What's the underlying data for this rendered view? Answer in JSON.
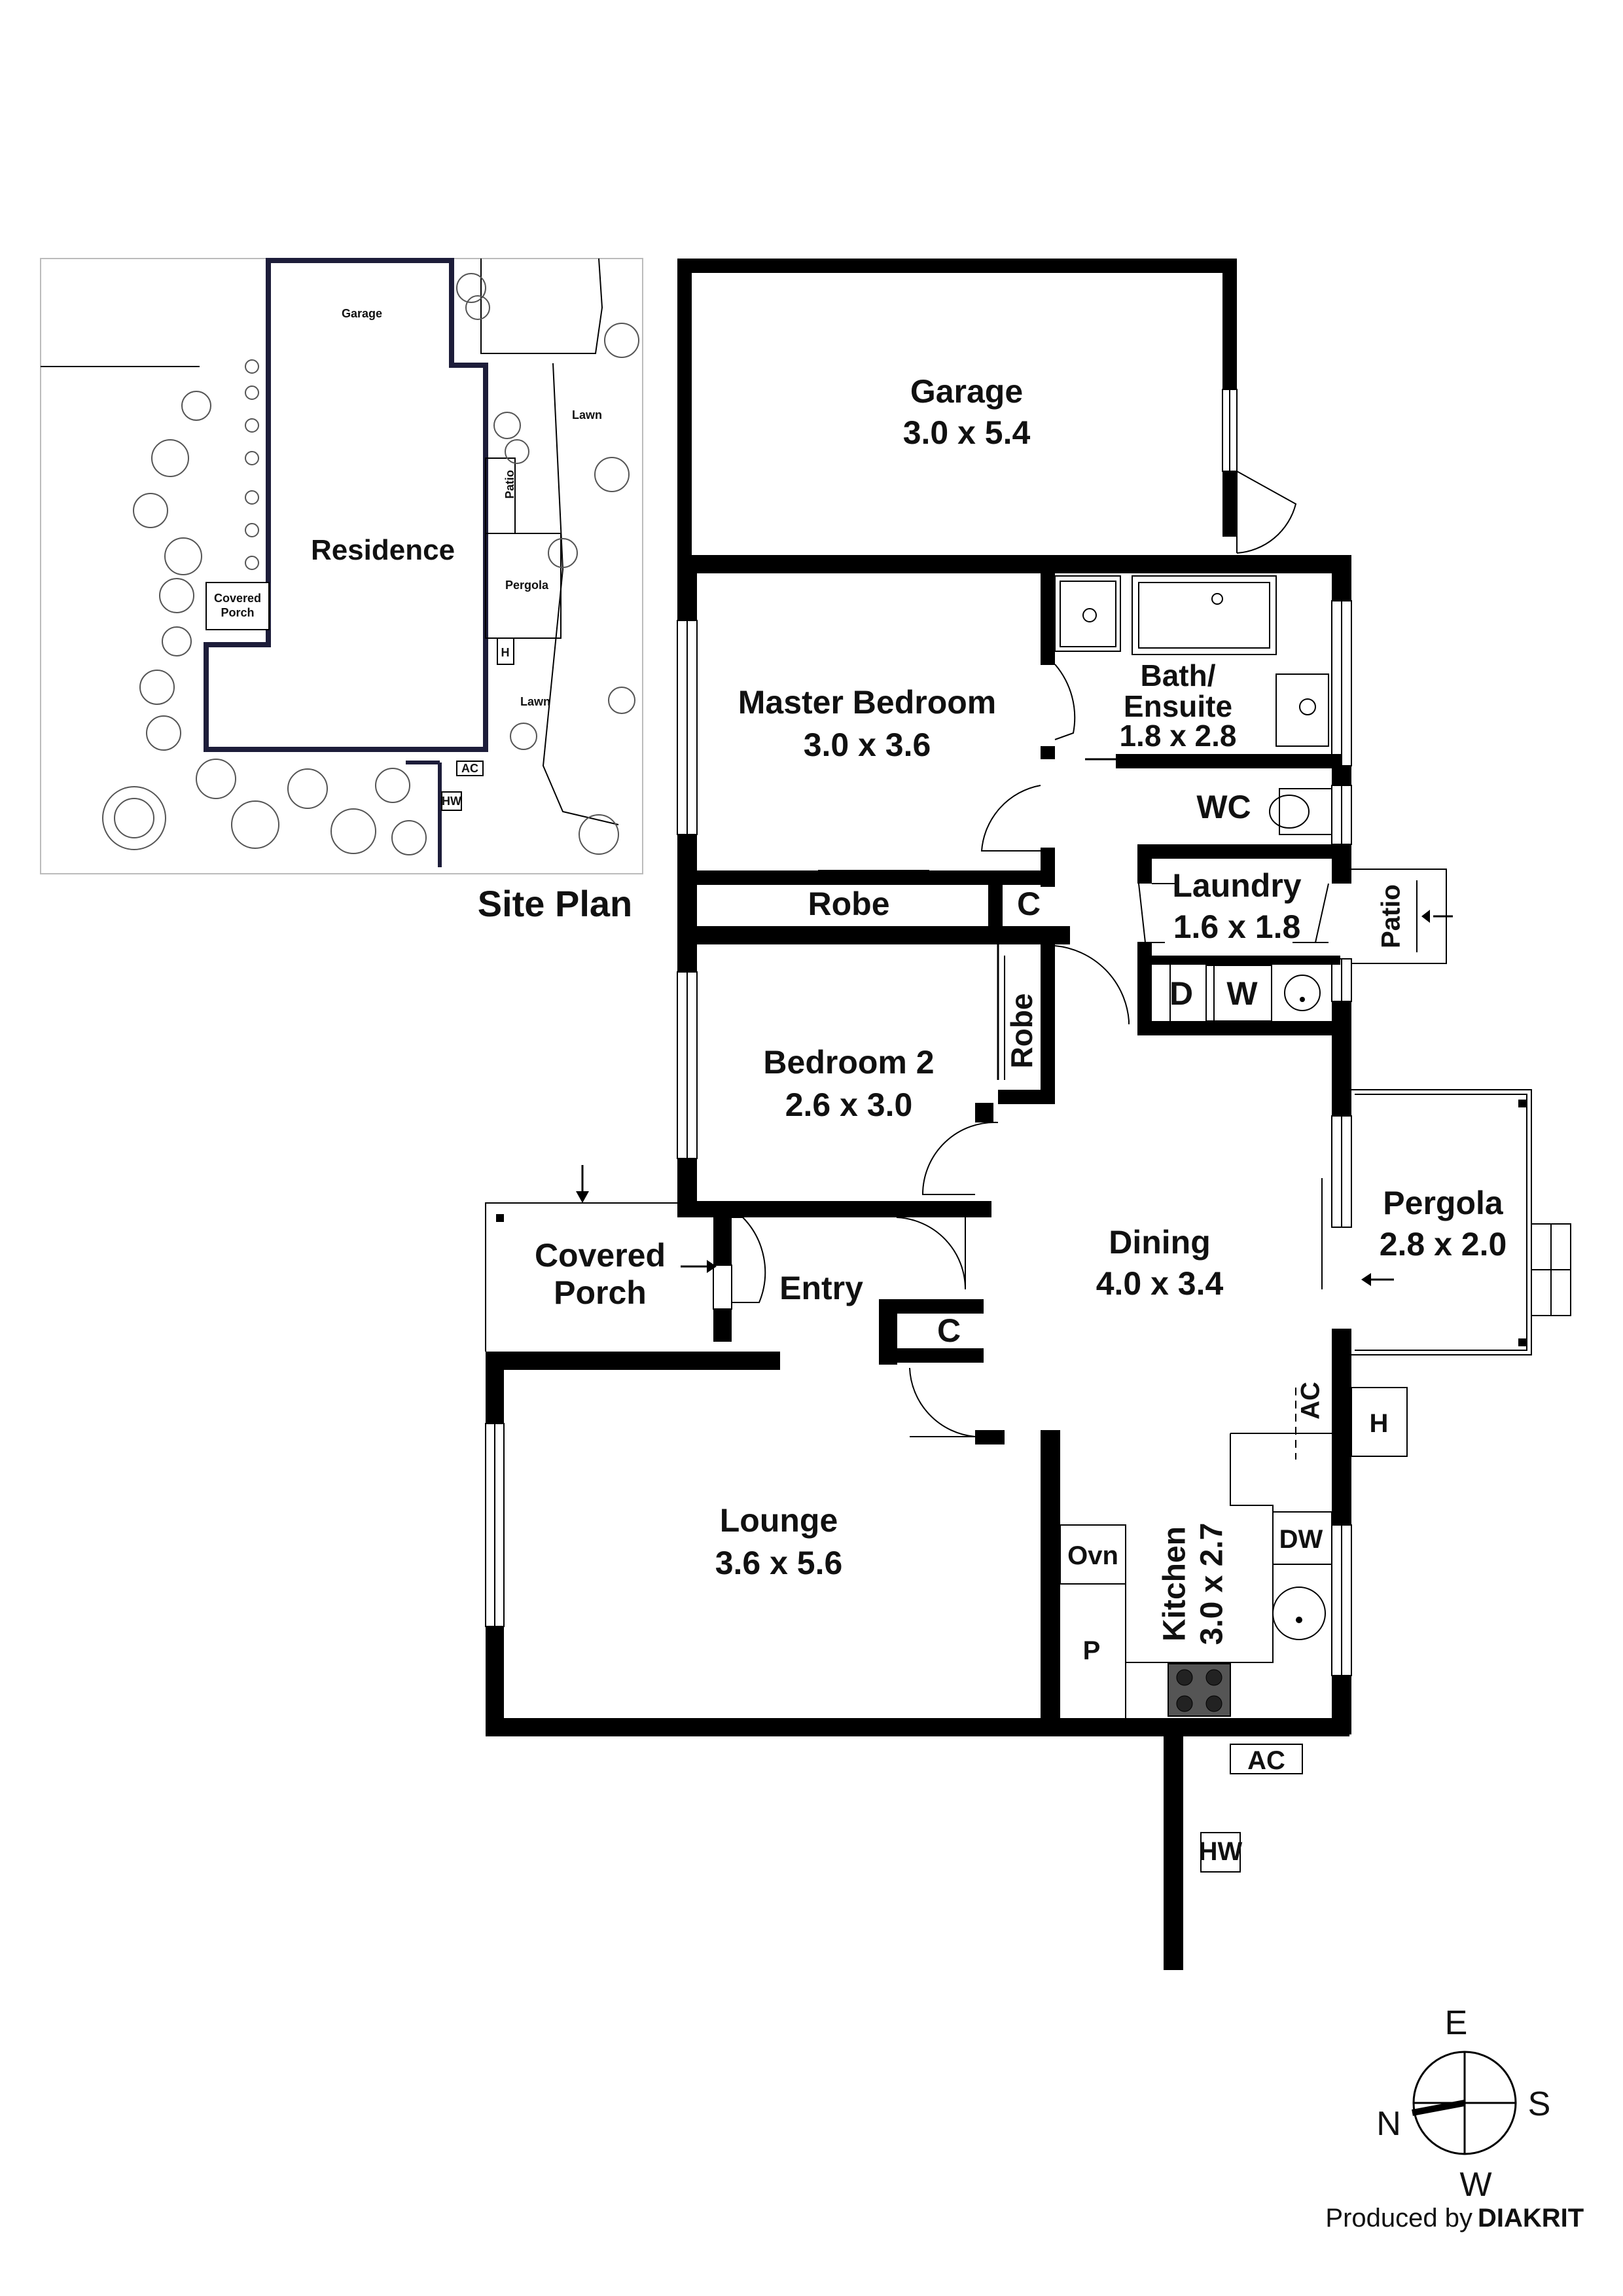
{
  "site_plan": {
    "title": "Site Plan",
    "labels": {
      "garage": "Garage",
      "residence": "Residence",
      "lawn_top": "Lawn",
      "patio": "Patio",
      "pergola": "Pergola",
      "lawn_bottom": "Lawn",
      "covered_porch_1": "Covered",
      "covered_porch_2": "Porch",
      "h": "H",
      "ac": "AC",
      "hw": "HW"
    }
  },
  "rooms": {
    "garage": {
      "name": "Garage",
      "size": "3.0 x 5.4"
    },
    "master_bedroom": {
      "name": "Master Bedroom",
      "size": "3.0 x 3.6"
    },
    "bath": {
      "name_1": "Bath/",
      "name_2": "Ensuite",
      "size": "1.8 x 2.8"
    },
    "wc": {
      "name": "WC"
    },
    "robe_master": {
      "name": "Robe"
    },
    "c_master": {
      "name": "C"
    },
    "laundry": {
      "name": "Laundry",
      "size": "1.6 x 1.8"
    },
    "patio": {
      "name": "Patio"
    },
    "dryer": {
      "name": "D"
    },
    "washer": {
      "name": "W"
    },
    "robe_bed2": {
      "name": "Robe"
    },
    "bedroom2": {
      "name": "Bedroom 2",
      "size": "2.6 x 3.0"
    },
    "pergola": {
      "name": "Pergola",
      "size": "2.8 x 2.0"
    },
    "dining": {
      "name": "Dining",
      "size": "4.0 x 3.4"
    },
    "covered_porch": {
      "name_1": "Covered",
      "name_2": "Porch"
    },
    "entry": {
      "name": "Entry"
    },
    "c_entry": {
      "name": "C"
    },
    "lounge": {
      "name": "Lounge",
      "size": "3.6 x 5.6"
    },
    "kitchen": {
      "name": "Kitchen",
      "size": "3.0 x 2.7"
    }
  },
  "fixtures": {
    "ac_wall": "AC",
    "h": "H",
    "dw": "DW",
    "ovn": "Ovn",
    "p": "P",
    "ac_ext": "AC",
    "hw": "HW"
  },
  "compass": {
    "n": "N",
    "e": "E",
    "s": "S",
    "w": "W"
  },
  "credit": {
    "produced_by": "Produced by",
    "brand": "DIAKRIT"
  }
}
